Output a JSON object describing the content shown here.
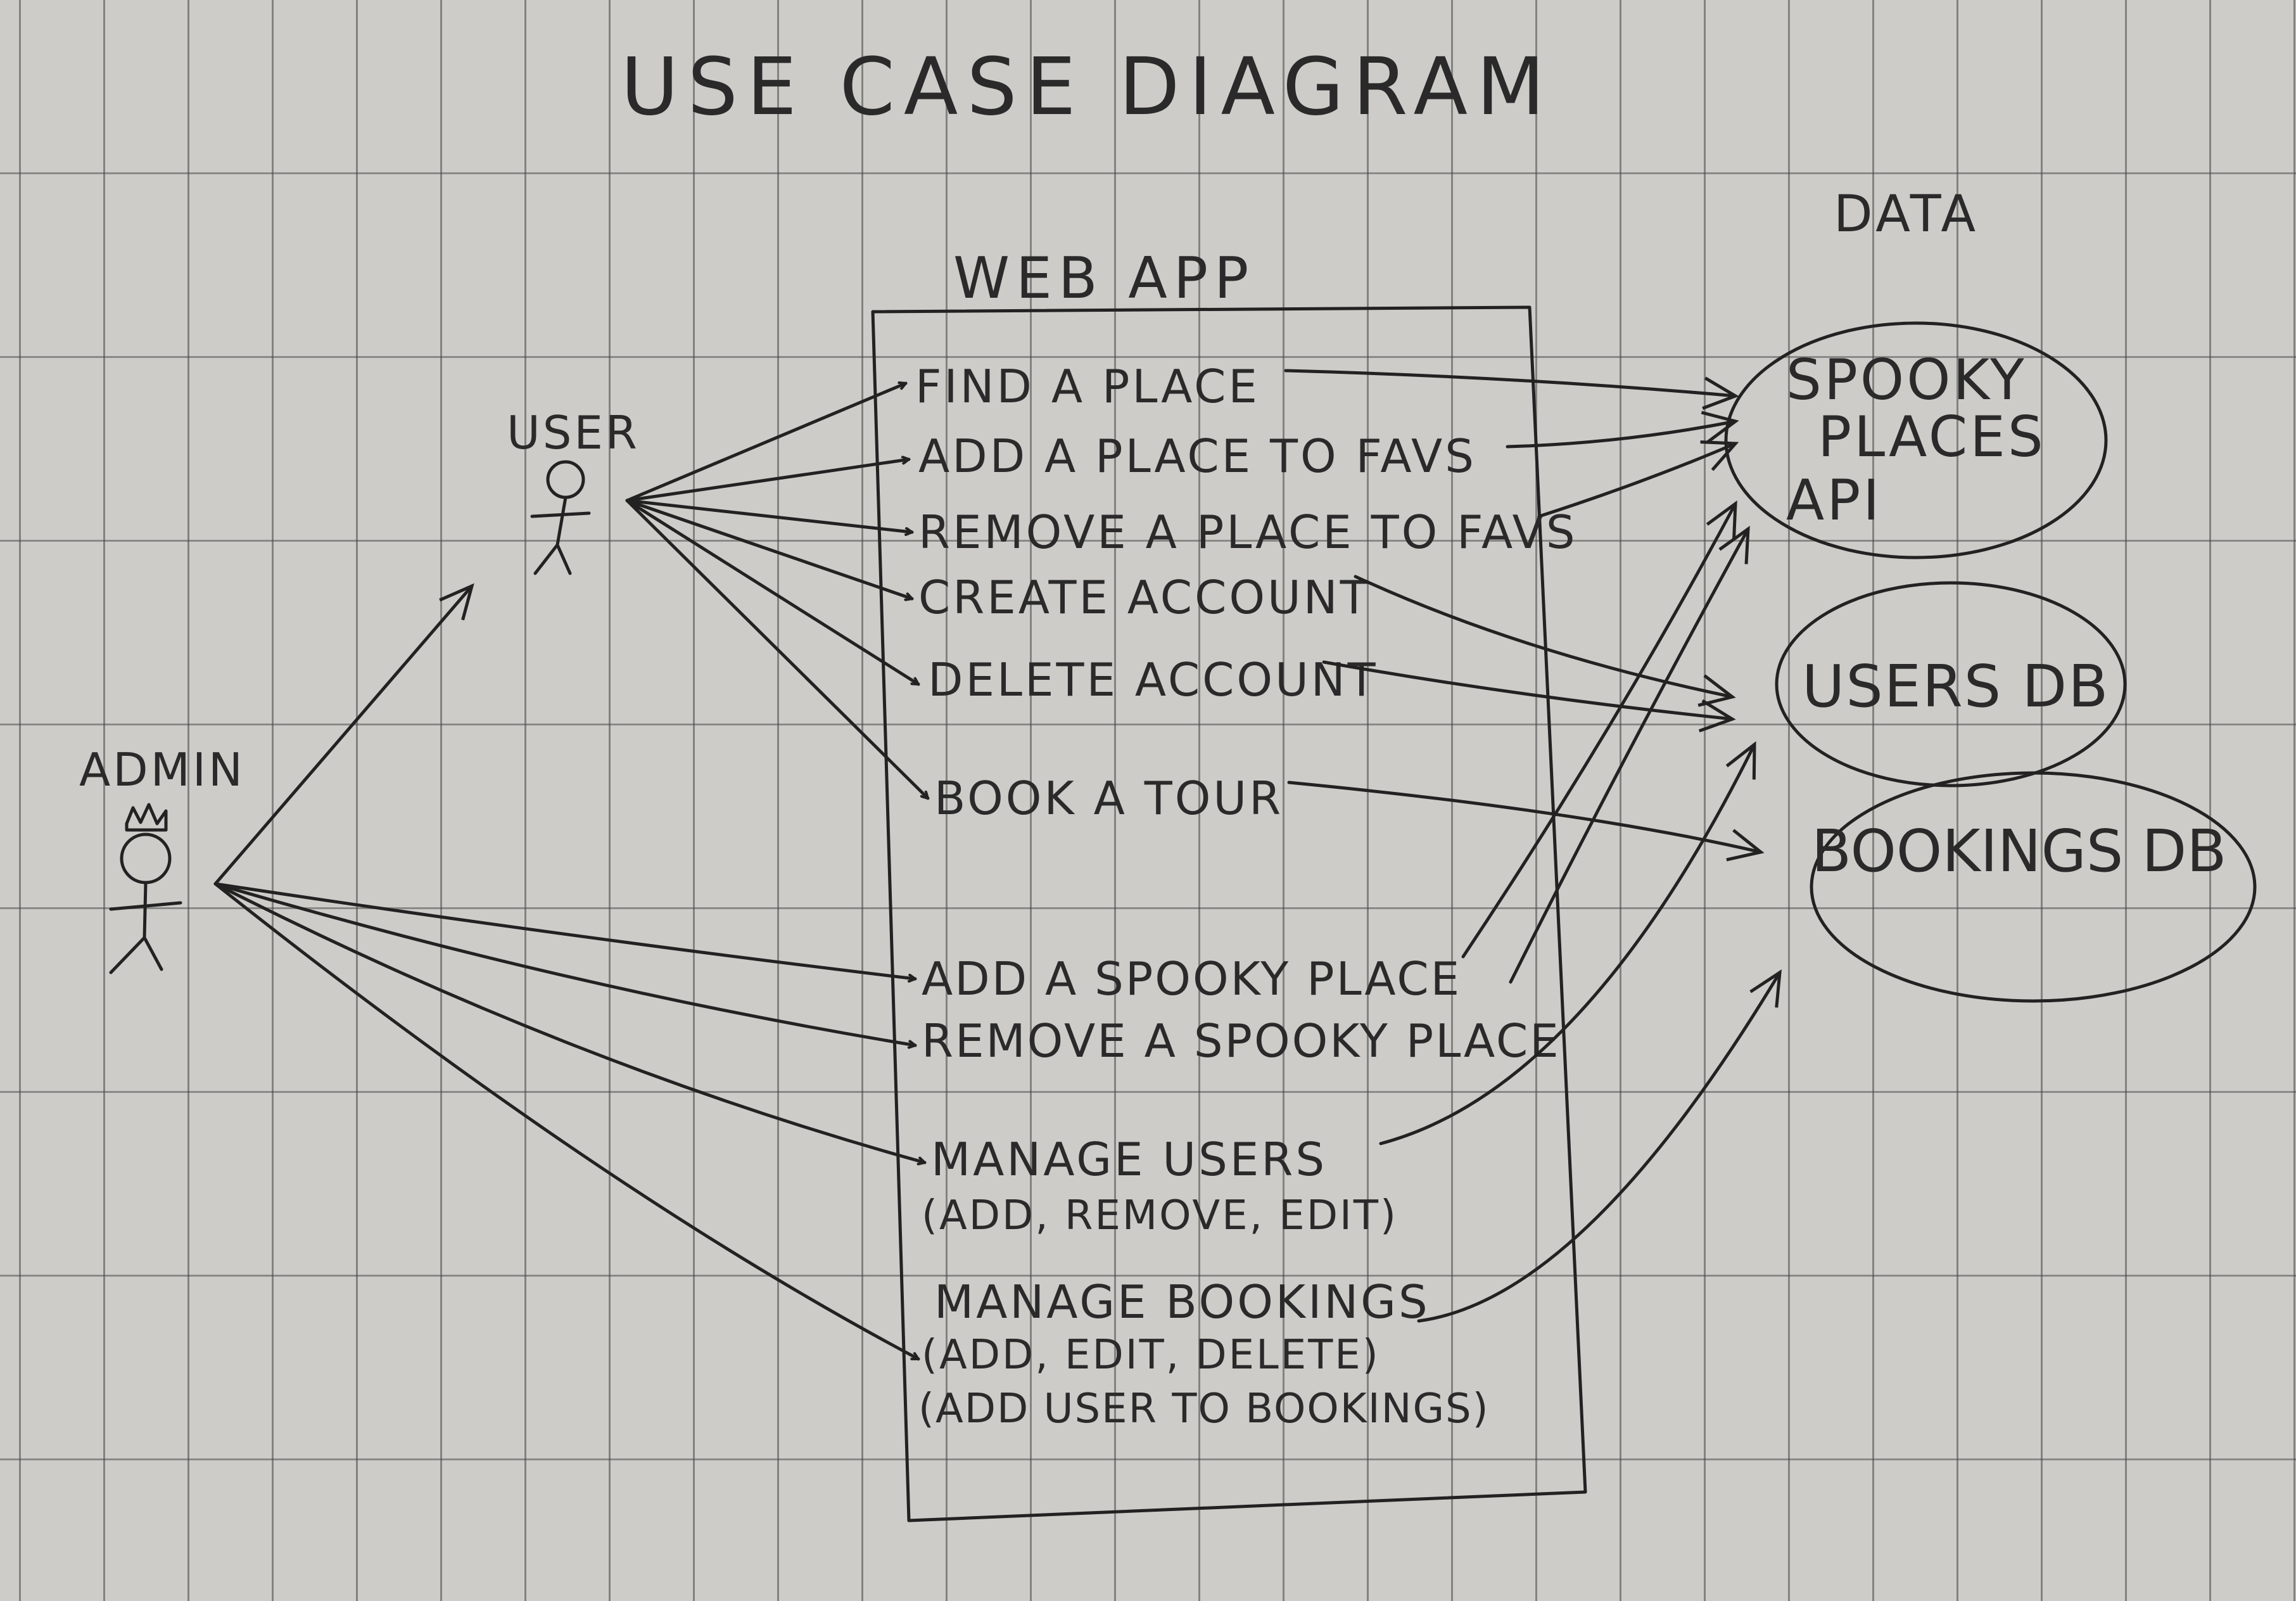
{
  "title": "USE CASE DIAGRAM",
  "system_label": "WEB APP",
  "data_label": "DATA",
  "actors": {
    "user": "USER",
    "admin": "ADMIN"
  },
  "use_cases": {
    "find_place": "FIND A PLACE",
    "add_fav": "ADD A PLACE TO FAVS",
    "remove_fav": "REMOVE A PLACE TO FAVS",
    "create_account": "CREATE ACCOUNT",
    "delete_account": "DELETE ACCOUNT",
    "book_tour": "BOOK A TOUR",
    "add_spooky": "ADD A SPOOKY PLACE",
    "remove_spooky": "REMOVE A SPOOKY PLACE",
    "manage_users": "MANAGE USERS",
    "manage_users_detail": "(ADD, REMOVE, EDIT)",
    "manage_bookings": "MANAGE BOOKINGS",
    "manage_bookings_detail1": "(ADD, EDIT, DELETE)",
    "manage_bookings_detail2": "(ADD USER TO BOOKINGS)"
  },
  "data_stores": {
    "spooky_api_line1": "SPOOKY",
    "spooky_api_line2": "PLACES",
    "spooky_api_line3": "API",
    "users_db": "USERS DB",
    "bookings_db": "BOOKINGS DB"
  }
}
